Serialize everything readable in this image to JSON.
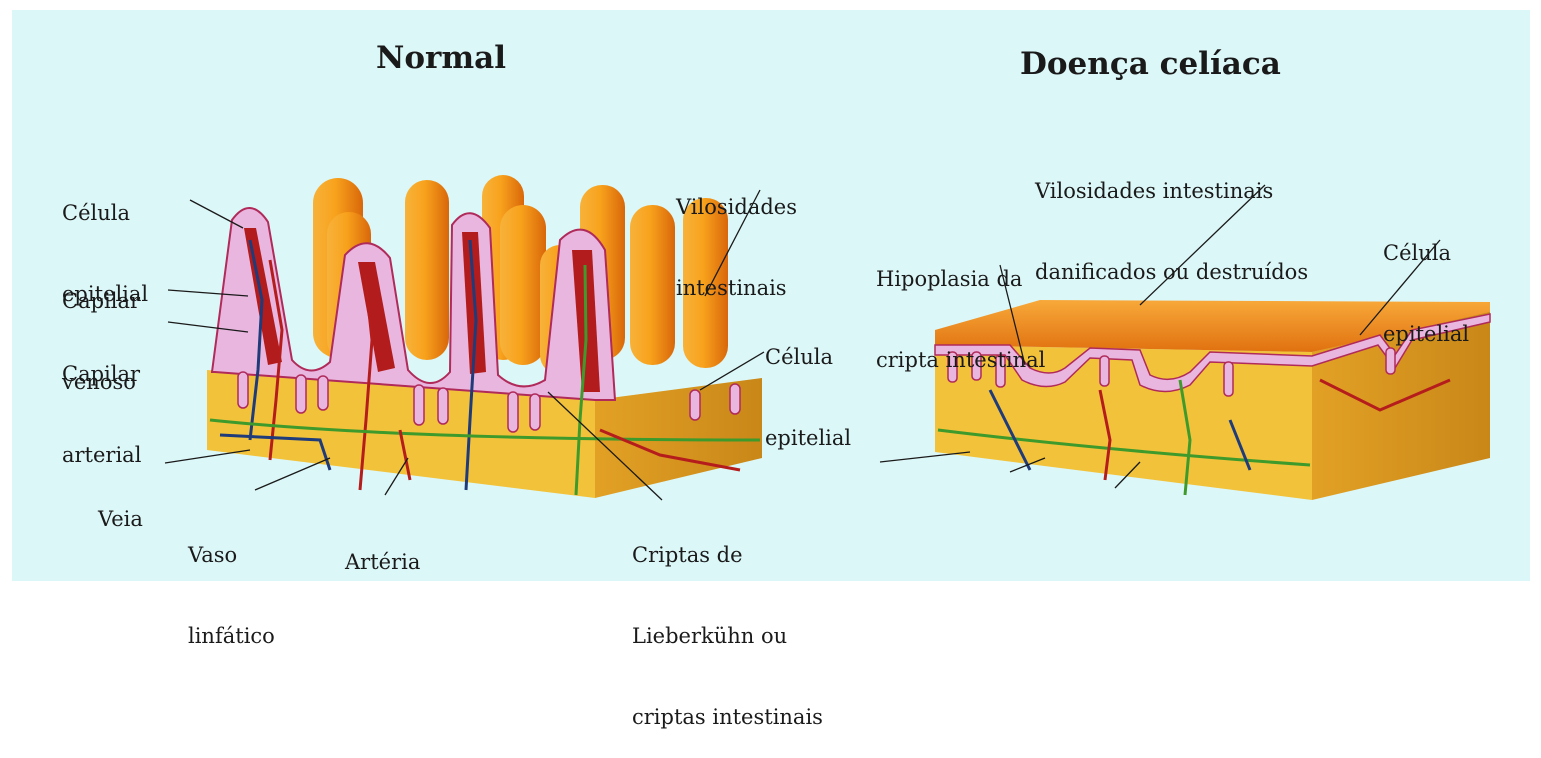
{
  "colors": {
    "background": "#dcf7f8",
    "villus_orange": "#f39a1a",
    "tissue_yellow": "#f2c23a",
    "epithelium_pink": "#e8b4e0",
    "artery_red": "#b51d1d",
    "vein_blue": "#1f3b7a",
    "lymph_green": "#3f9a2c"
  },
  "panels": {
    "normal": {
      "title": "Normal",
      "labels": {
        "celula_epitelial_top": [
          "Célula",
          "epitelial"
        ],
        "capilar_venoso": [
          "Capilar",
          "venoso"
        ],
        "capilar_arterial": [
          "Capilar",
          "arterial"
        ],
        "vilosidades": [
          "Vilosidades",
          "intestinais"
        ],
        "celula_epitelial_right": [
          "Célula",
          "epitelial"
        ],
        "veia": [
          "Veia"
        ],
        "vaso_linfatico": [
          "Vaso",
          "linfático"
        ],
        "arteria": [
          "Artéria"
        ],
        "criptas": [
          "Criptas de",
          "Lieberkühn ou",
          "criptas intestinais"
        ]
      }
    },
    "celiac": {
      "title": "Doença celíaca",
      "labels": {
        "vilosidades_danificados": [
          "Vilosidades intestinais",
          "danificados ou destruídos"
        ],
        "hipoplasia": [
          "Hipoplasia da",
          "cripta intestinal"
        ],
        "celula_epitelial": [
          "Célula",
          "epitelial"
        ]
      }
    }
  }
}
